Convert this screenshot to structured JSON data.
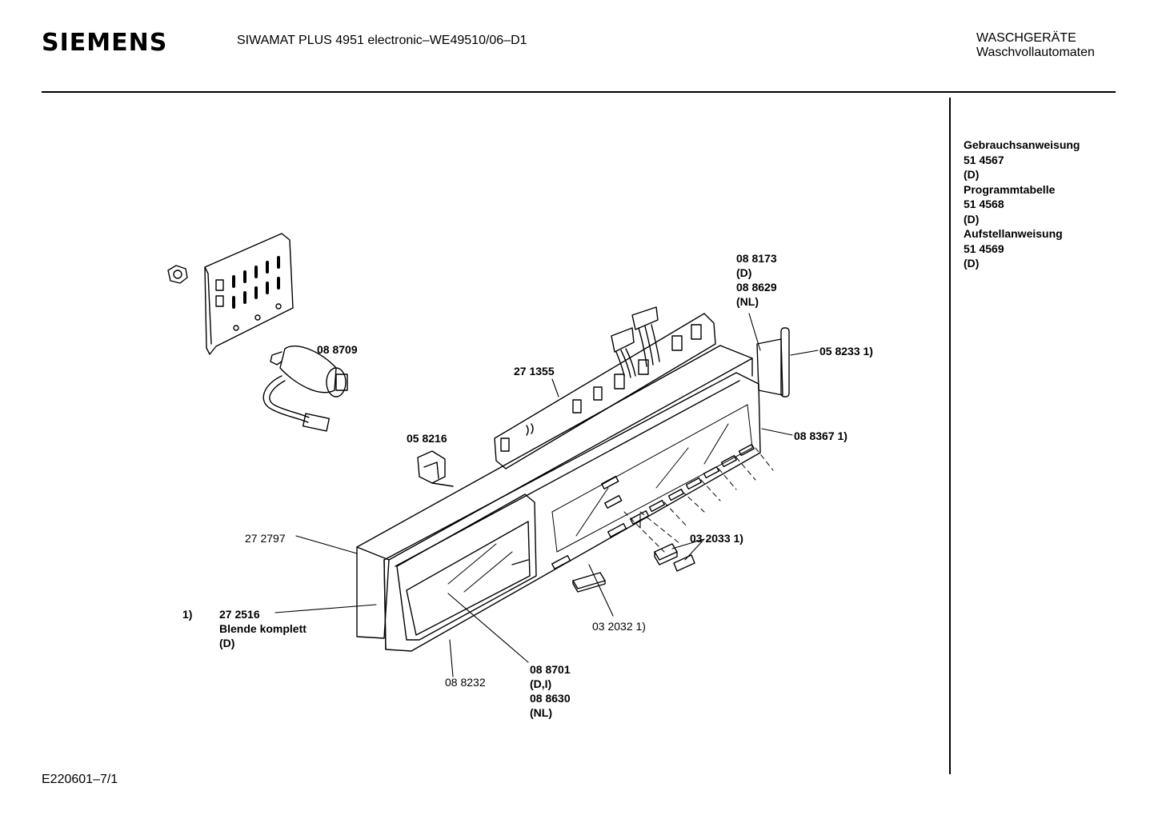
{
  "header": {
    "brand": "SIEMENS",
    "model": "SIWAMAT PLUS 4951 electronic–WE49510/06–D1",
    "category_line1": "WASCHGERÄTE",
    "category_line2": "Waschvollautomaten"
  },
  "side_documents": [
    {
      "title": "Gebrauchsanweisung",
      "number": "51 4567",
      "lang": "(D)"
    },
    {
      "title": "Programmtabelle",
      "number": "51 4568",
      "lang": "(D)"
    },
    {
      "title": "Aufstellanweisung",
      "number": "51 4569",
      "lang": "(D)"
    }
  ],
  "parts": {
    "p088709": "08 8709",
    "p271355": "27 1355",
    "p058216": "05 8216",
    "p088173_l1": "08 8173",
    "p088173_l2": "(D)",
    "p088173_l3": "08 8629",
    "p088173_l4": "(NL)",
    "p058233": "05 8233 1)",
    "p088367": "08 8367 1)",
    "p032033": "03 2033 1)",
    "p272797": "27 2797",
    "footnote_marker": "1)",
    "p272516_l1": "27 2516",
    "p272516_l2": "Blende komplett",
    "p272516_l3": "(D)",
    "p032032": "03 2032 1)",
    "p088232": "08 8232",
    "p088701_l1": "08 8701",
    "p088701_l2": "(D,I)",
    "p088701_l3": "08 8630",
    "p088701_l4": "(NL)"
  },
  "footer": {
    "code": "E220601–7/1"
  }
}
